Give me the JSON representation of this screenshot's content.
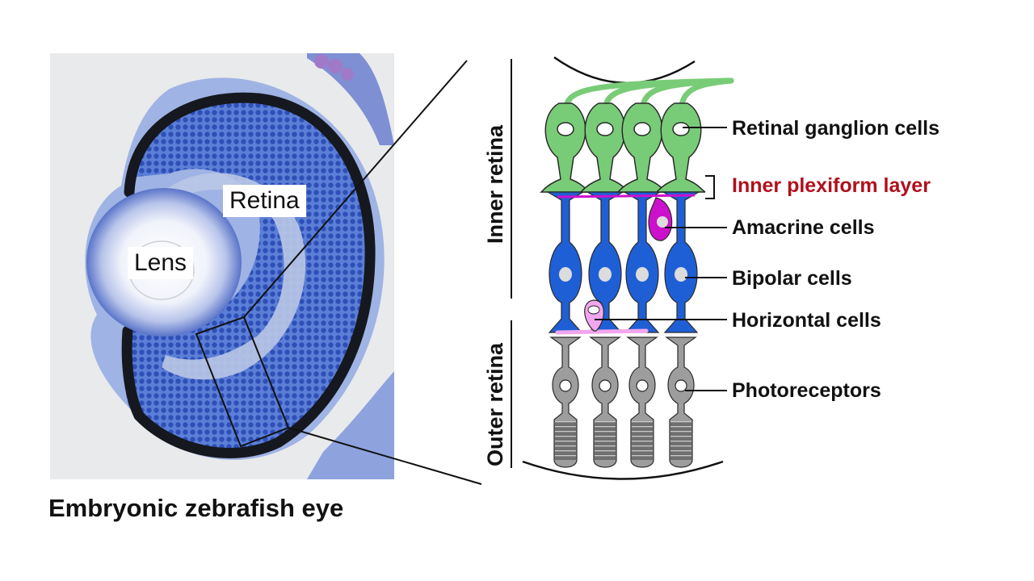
{
  "figure": {
    "caption": "Embryonic zebrafish eye",
    "photo": {
      "description": "toluidine-blue stained histological section of embryonic zebrafish eye",
      "labels": {
        "lens": "Lens",
        "retina": "Retina"
      }
    },
    "schematic": {
      "side_labels": {
        "inner": "Inner retina",
        "outer": "Outer retina"
      },
      "cell_labels": [
        {
          "id": "ganglion",
          "text": "Retinal ganglion cells",
          "color": "#111111"
        },
        {
          "id": "ipl",
          "text": "Inner plexiform layer",
          "color": "#b0101c"
        },
        {
          "id": "amacrine",
          "text": "Amacrine cells",
          "color": "#111111"
        },
        {
          "id": "bipolar",
          "text": "Bipolar cells",
          "color": "#111111"
        },
        {
          "id": "horizontal",
          "text": "Horizontal cells",
          "color": "#111111"
        },
        {
          "id": "photoreceptor",
          "text": "Photoreceptors",
          "color": "#111111"
        }
      ],
      "colors": {
        "ganglion": "#79cc77",
        "bipolar": "#1f5fd6",
        "amacrine": "#cc11cc",
        "horizontal": "#f2a6ee",
        "photoreceptor": "#9d9d9d",
        "tissue_stain": "#3f62c4",
        "pigment": "#15181f"
      }
    }
  }
}
